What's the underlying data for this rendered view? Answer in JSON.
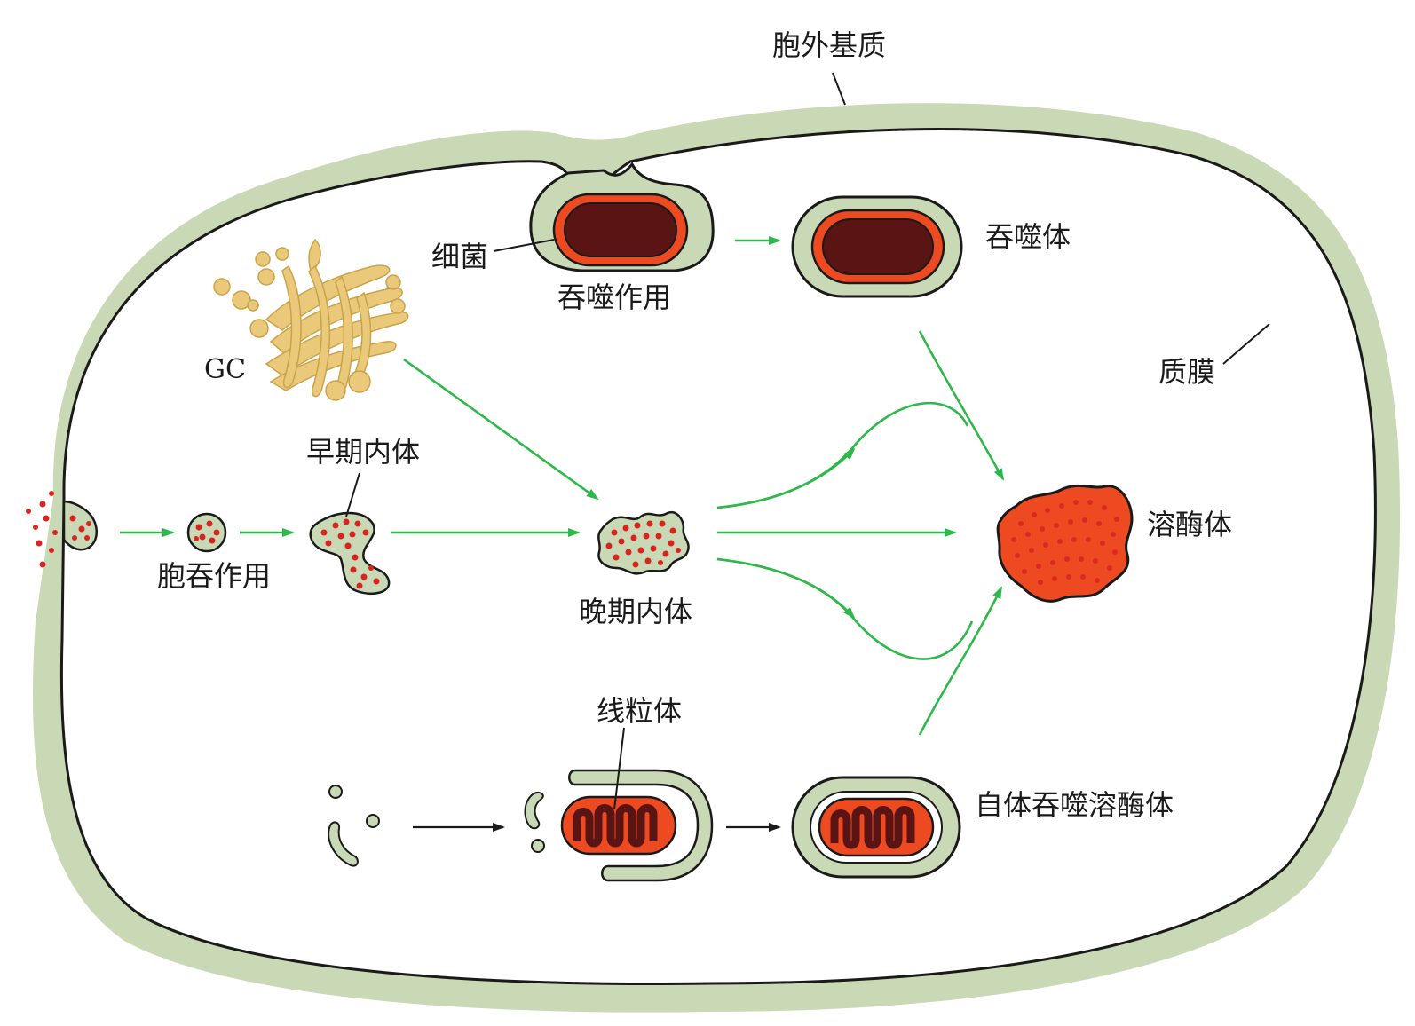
{
  "labels": {
    "extracellular_matrix": "胞外基质",
    "bacteria": "细菌",
    "phagocytosis": "吞噬作用",
    "phagosome": "吞噬体",
    "plasma_membrane": "质膜",
    "golgi": "GC",
    "early_endosome": "早期内体",
    "endocytosis": "胞吞作用",
    "late_endosome": "晚期内体",
    "lysosome": "溶酶体",
    "mitochondrion": "线粒体",
    "autophagolysosome": "自体吞噬溶酶体"
  },
  "colors": {
    "membrane_fill": "#c9d9b6",
    "arrow_green": "#2db84a",
    "lysosome_red": "#ee4a22",
    "enzyme_dot": "#d9231e",
    "bacterium_dark": "#5a1414",
    "golgi_yellow": "#eac97a"
  }
}
